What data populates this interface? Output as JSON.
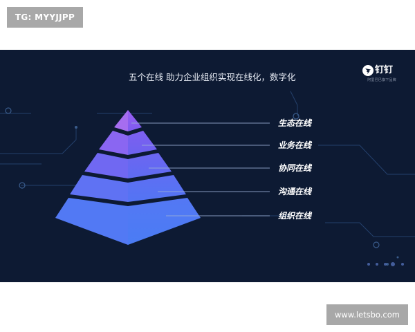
{
  "top_badge": {
    "text": "TG: MYYJJPP"
  },
  "banner": {
    "headline": "五个在线 助力企业组织实现在线化，数字化",
    "brand": {
      "logo_icon": "dingtalk-wing-icon",
      "name": "钉钉",
      "slogan": "阿里巴巴旗下品牌"
    },
    "tiers": [
      {
        "label": "生态在线"
      },
      {
        "label": "业务在线"
      },
      {
        "label": "协同在线"
      },
      {
        "label": "沟通在线"
      },
      {
        "label": "组织在线"
      }
    ]
  },
  "watermark": {
    "text": "www.letsbo.com"
  },
  "colors": {
    "banner_bg": "#0d1a33",
    "circuit_line": "#2a4a7a",
    "pyramid_top": "#8f5cf0",
    "pyramid_bottom": "#4a74f2"
  }
}
